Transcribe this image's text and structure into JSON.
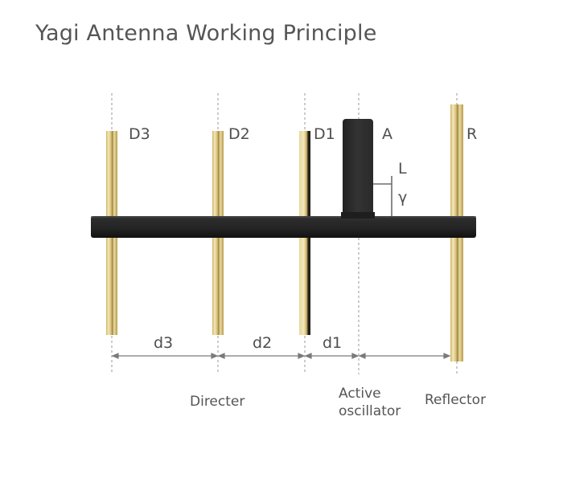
{
  "title": "Yagi Antenna Working Principle",
  "elements": {
    "d3": "D3",
    "d2": "D2",
    "d1": "D1",
    "active": "A",
    "reflector": "R"
  },
  "dimensions": {
    "length": "L",
    "gamma": "γ",
    "spacing_d3": "d3",
    "spacing_d2": "d2",
    "spacing_d1": "d1"
  },
  "captions": {
    "directer": "Directer",
    "active_line1": "Active",
    "active_line2": "oscillator",
    "reflector": "Reflector"
  },
  "colors": {
    "rod_gold": "#d9c27a",
    "rod_highlight": "#f3e6b8",
    "rod_shadow": "#8a7330",
    "boom": "#262626",
    "dim_line": "#7a7a7a",
    "text": "#4f4f4f"
  }
}
